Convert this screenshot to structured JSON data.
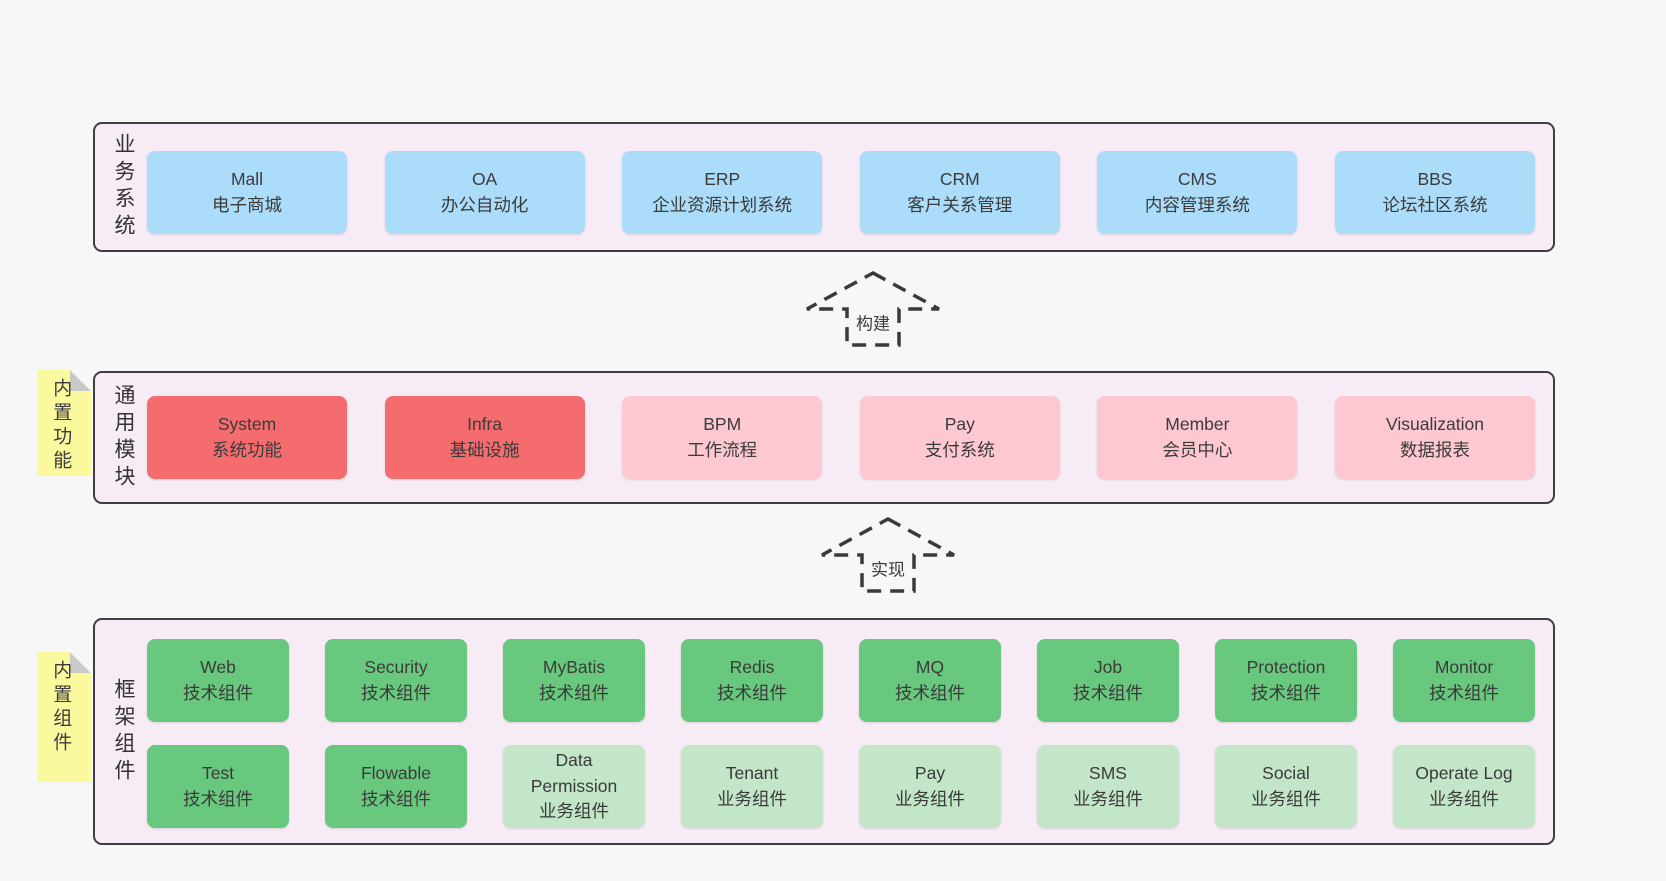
{
  "page": {
    "background": "#f7f7f7"
  },
  "colors": {
    "container_bg": "#f7ebf5",
    "container_border": "#3f3f3f",
    "blue": "#abdcfa",
    "red": "#f56c6f",
    "pink": "#fdc8d2",
    "green_dark": "#68c87d",
    "green_light": "#c2e6c7",
    "sticky_yellow": "#fbf99d",
    "sticky_fold": "#c9c9c9",
    "text": "#3b3b3b"
  },
  "arrows": [
    {
      "label": "构建"
    },
    {
      "label": "实现"
    }
  ],
  "layers": {
    "business": {
      "side_label": "业务系统",
      "items": [
        {
          "en": "Mall",
          "zh": "电子商城"
        },
        {
          "en": "OA",
          "zh": "办公自动化"
        },
        {
          "en": "ERP",
          "zh": "企业资源计划系统"
        },
        {
          "en": "CRM",
          "zh": "客户关系管理"
        },
        {
          "en": "CMS",
          "zh": "内容管理系统"
        },
        {
          "en": "BBS",
          "zh": "论坛社区系统"
        }
      ]
    },
    "modules": {
      "sticky": "内置功能",
      "side_label": "通用模块",
      "items": [
        {
          "en": "System",
          "zh": "系统功能",
          "variant": "red"
        },
        {
          "en": "Infra",
          "zh": "基础设施",
          "variant": "red"
        },
        {
          "en": "BPM",
          "zh": "工作流程",
          "variant": "pink"
        },
        {
          "en": "Pay",
          "zh": "支付系统",
          "variant": "pink"
        },
        {
          "en": "Member",
          "zh": "会员中心",
          "variant": "pink"
        },
        {
          "en": "Visualization",
          "zh": "数据报表",
          "variant": "pink"
        }
      ]
    },
    "components": {
      "sticky": "内置组件",
      "side_label": "框架组件",
      "row1": [
        {
          "en": "Web",
          "zh": "技术组件",
          "variant": "dark"
        },
        {
          "en": "Security",
          "zh": "技术组件",
          "variant": "dark"
        },
        {
          "en": "MyBatis",
          "zh": "技术组件",
          "variant": "dark"
        },
        {
          "en": "Redis",
          "zh": "技术组件",
          "variant": "dark"
        },
        {
          "en": "MQ",
          "zh": "技术组件",
          "variant": "dark"
        },
        {
          "en": "Job",
          "zh": "技术组件",
          "variant": "dark"
        },
        {
          "en": "Protection",
          "zh": "技术组件",
          "variant": "dark"
        },
        {
          "en": "Monitor",
          "zh": "技术组件",
          "variant": "dark"
        }
      ],
      "row2": [
        {
          "en": "Test",
          "zh": "技术组件",
          "variant": "dark"
        },
        {
          "en": "Flowable",
          "zh": "技术组件",
          "variant": "dark"
        },
        {
          "en": "Data Permission",
          "zh": "业务组件",
          "variant": "light"
        },
        {
          "en": "Tenant",
          "zh": "业务组件",
          "variant": "light"
        },
        {
          "en": "Pay",
          "zh": "业务组件",
          "variant": "light"
        },
        {
          "en": "SMS",
          "zh": "业务组件",
          "variant": "light"
        },
        {
          "en": "Social",
          "zh": "业务组件",
          "variant": "light"
        },
        {
          "en": "Operate Log",
          "zh": "业务组件",
          "variant": "light"
        }
      ]
    }
  }
}
